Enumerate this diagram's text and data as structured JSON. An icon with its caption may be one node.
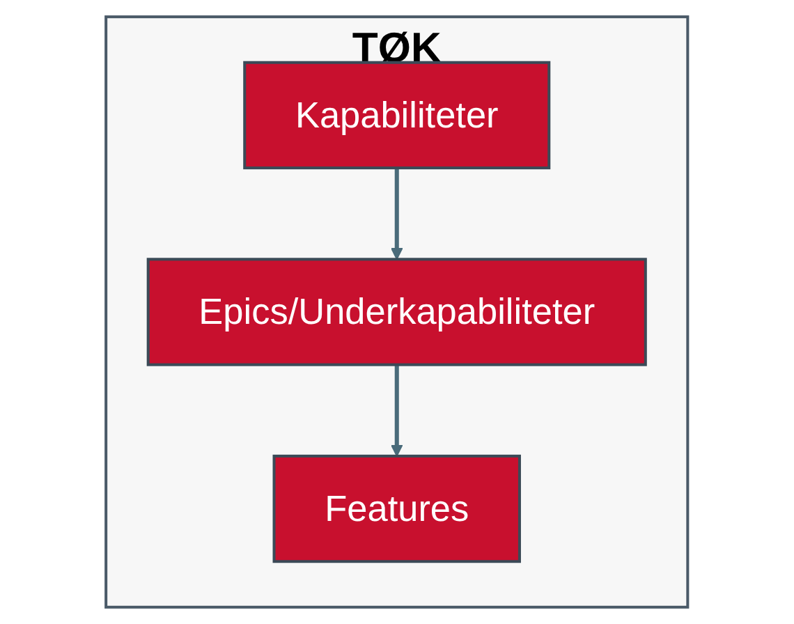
{
  "diagram": {
    "nodes": [
      {
        "text": [
          "TØK"
        ]
      },
      {
        "text": [
          "Kapabiliteter"
        ],
        "in": 0
      },
      {
        "text": [
          "Epics/Underkapabiliteter"
        ],
        "in": 0
      },
      {
        "text": [
          "Features"
        ],
        "in": 0
      }
    ],
    "edges": [
      {
        "from": 1,
        "to": 2,
        "arrow": "to"
      },
      {
        "from": 2,
        "to": 3,
        "arrow": "to"
      }
    ]
  }
}
